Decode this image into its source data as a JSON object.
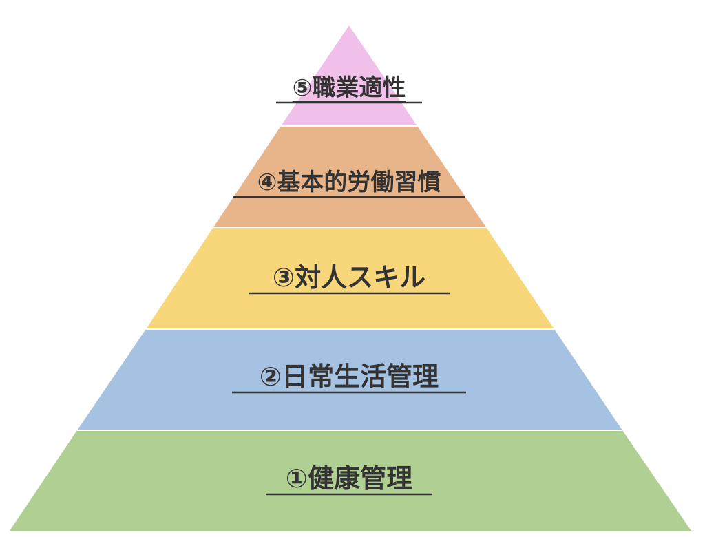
{
  "diagram": {
    "type": "pyramid",
    "tiers": [
      {
        "level": 5,
        "label": "⑤職業適性",
        "color": "#f0bfea"
      },
      {
        "level": 4,
        "label": "④基本的労働習慣",
        "color": "#e8b58b"
      },
      {
        "level": 3,
        "label": "③対人スキル",
        "color": "#f7d779"
      },
      {
        "level": 2,
        "label": "②日常生活管理",
        "color": "#a6c2e2"
      },
      {
        "level": 1,
        "label": "①健康管理",
        "color": "#b0cf93"
      }
    ]
  },
  "style": {
    "label_color": "#333333",
    "divider_color": "#ffffff"
  }
}
